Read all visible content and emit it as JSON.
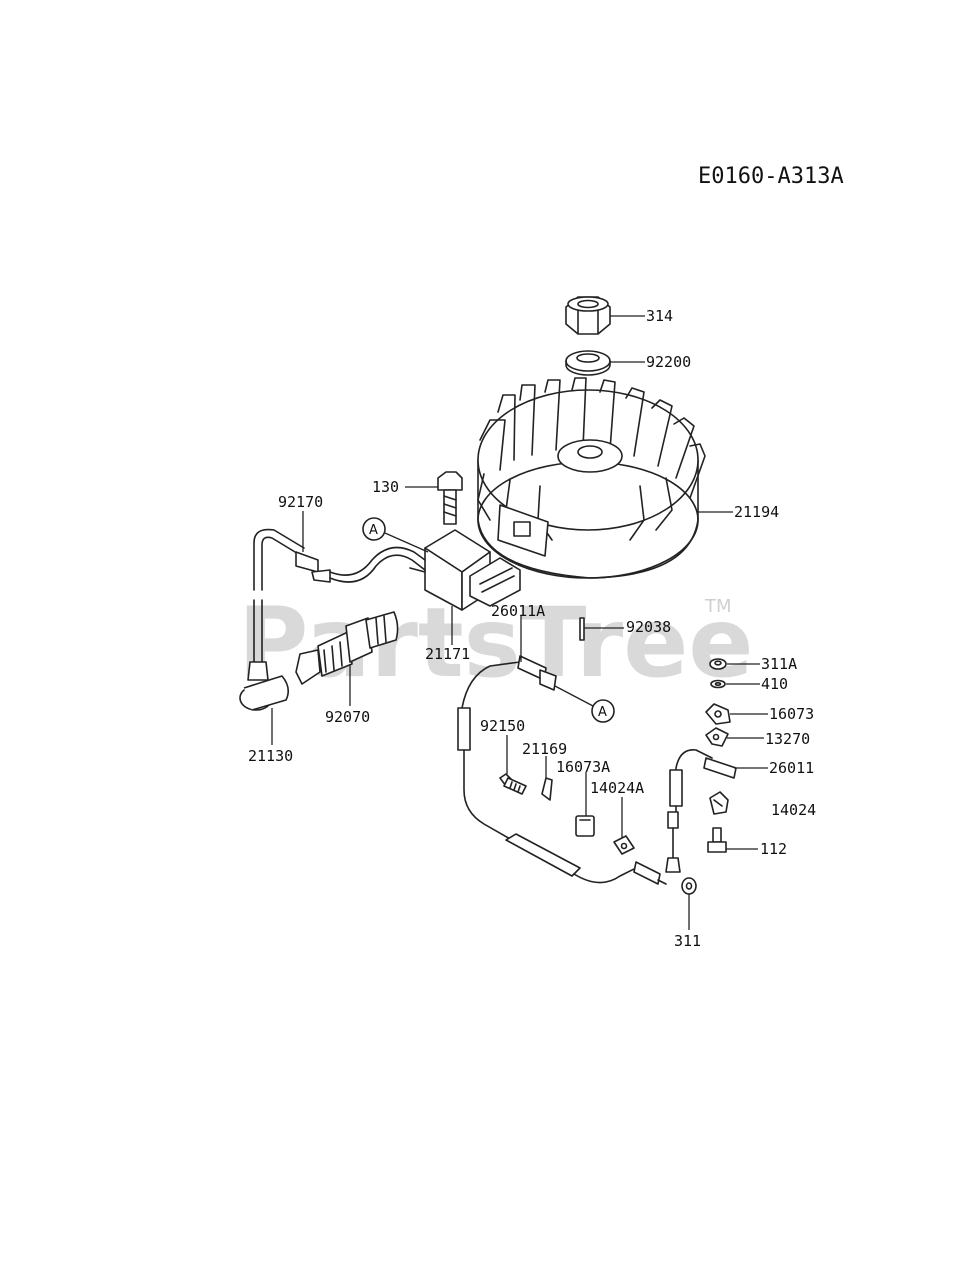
{
  "diagram_code": "E0160-A313A",
  "watermark": {
    "text": "PartsTree",
    "mark": "TM"
  },
  "callout": "A",
  "labels": {
    "p314": "314",
    "p92200": "92200",
    "p130": "130",
    "p92170": "92170",
    "p21194": "21194",
    "p26011A": "26011A",
    "p92038": "92038",
    "p21171": "21171",
    "p311A": "311A",
    "p410": "410",
    "p92070": "92070",
    "p16073": "16073",
    "p13270": "13270",
    "p21130": "21130",
    "p92150": "92150",
    "p21169": "21169",
    "p16073A": "16073A",
    "p14024A": "14024A",
    "p26011": "26011",
    "p14024": "14024",
    "p112": "112",
    "p311": "311"
  }
}
